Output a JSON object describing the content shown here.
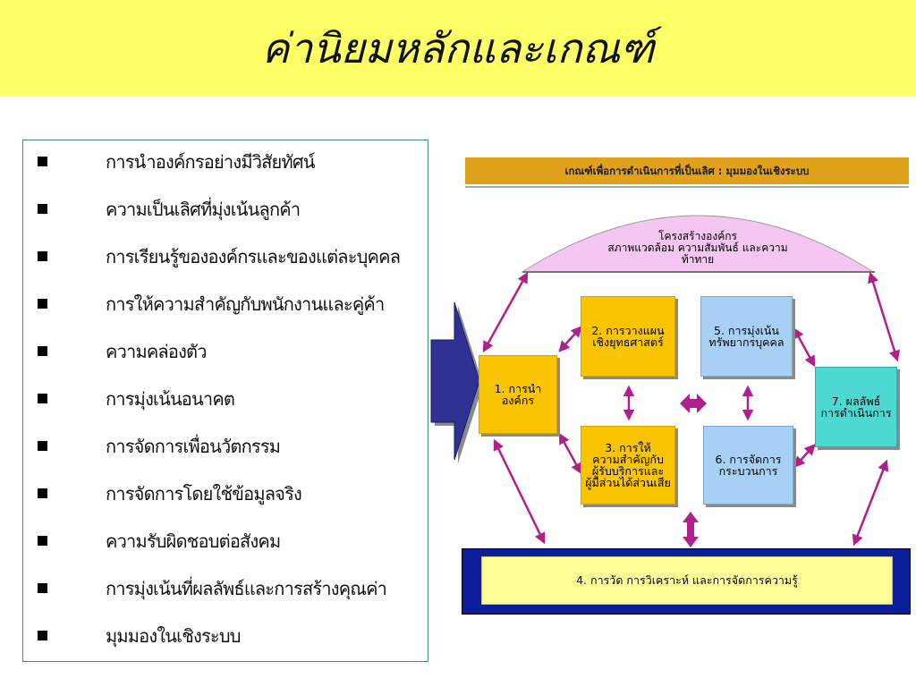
{
  "title": "ค่านิยมหลักและเกณฑ์",
  "values_list": [
    "การนำองค์กรอย่างมีวิสัยทัศน์",
    "ความเป็นเลิศที่มุ่งเน้นลูกค้า",
    "การเรียนรู้ขององค์กรและของแต่ละบุคคล",
    "การให้ความสำคัญกับพนักงานและคู่ค้า",
    "ความคล่องตัว",
    "การมุ่งเน้นอนาคต",
    "การจัดการเพื่อนวัตกรรม",
    "การจัดการโดยใช้ข้อมูลจริง",
    "ความรับผิดชอบต่อสังคม",
    "การมุ่งเน้นที่ผลลัพธ์และการสร้างคุณค่า",
    "มุมมองในเชิงระบบ"
  ],
  "diagram": {
    "header": "เกณฑ์เพื่อการดำเนินการที่เป็นเลิศ : มุมมองในเชิงระบบ",
    "profile": {
      "line1": "โครงสร้างองค์กร",
      "line2": "สภาพแวดล้อม ความสัมพันธ์ และความ",
      "line3": "ท้าทาย"
    },
    "box1": {
      "line1": "1. การนำ",
      "line2": "องค์กร"
    },
    "box2": {
      "line1": "2. การวางแผน",
      "line2": "เชิงยุทธศาสตร์"
    },
    "box3": {
      "line1": "3. การให้",
      "line2": "ความสำคัญกับ",
      "line3": "ผู้รับบริการและ",
      "line4": "ผู้มีส่วนได้ส่วนเสีย"
    },
    "box4": "4. การวัด การวิเคราะห์ และการจัดการความรู้",
    "box5": {
      "line1": "5. การมุ่งเน้น",
      "line2": "ทรัพยากรบุคคล"
    },
    "box6": {
      "line1": "6. การจัดการ",
      "line2": "กระบวนการ"
    },
    "box7": {
      "line1": "7. ผลลัพธ์",
      "line2": "การดำเนินการ"
    }
  },
  "colors": {
    "title_band": "#ffff66",
    "header": "#e0a21a",
    "orange_box": "#f9c500",
    "blue_box": "#a8d0f4",
    "results_box": "#4dd8d2",
    "arc_fill": "#f6c6f2",
    "arrow": "#b0208c",
    "bottom_panel": "#0a1e9a",
    "bottom_inner": "#ffff99",
    "input_arrow": "#2e3192"
  }
}
